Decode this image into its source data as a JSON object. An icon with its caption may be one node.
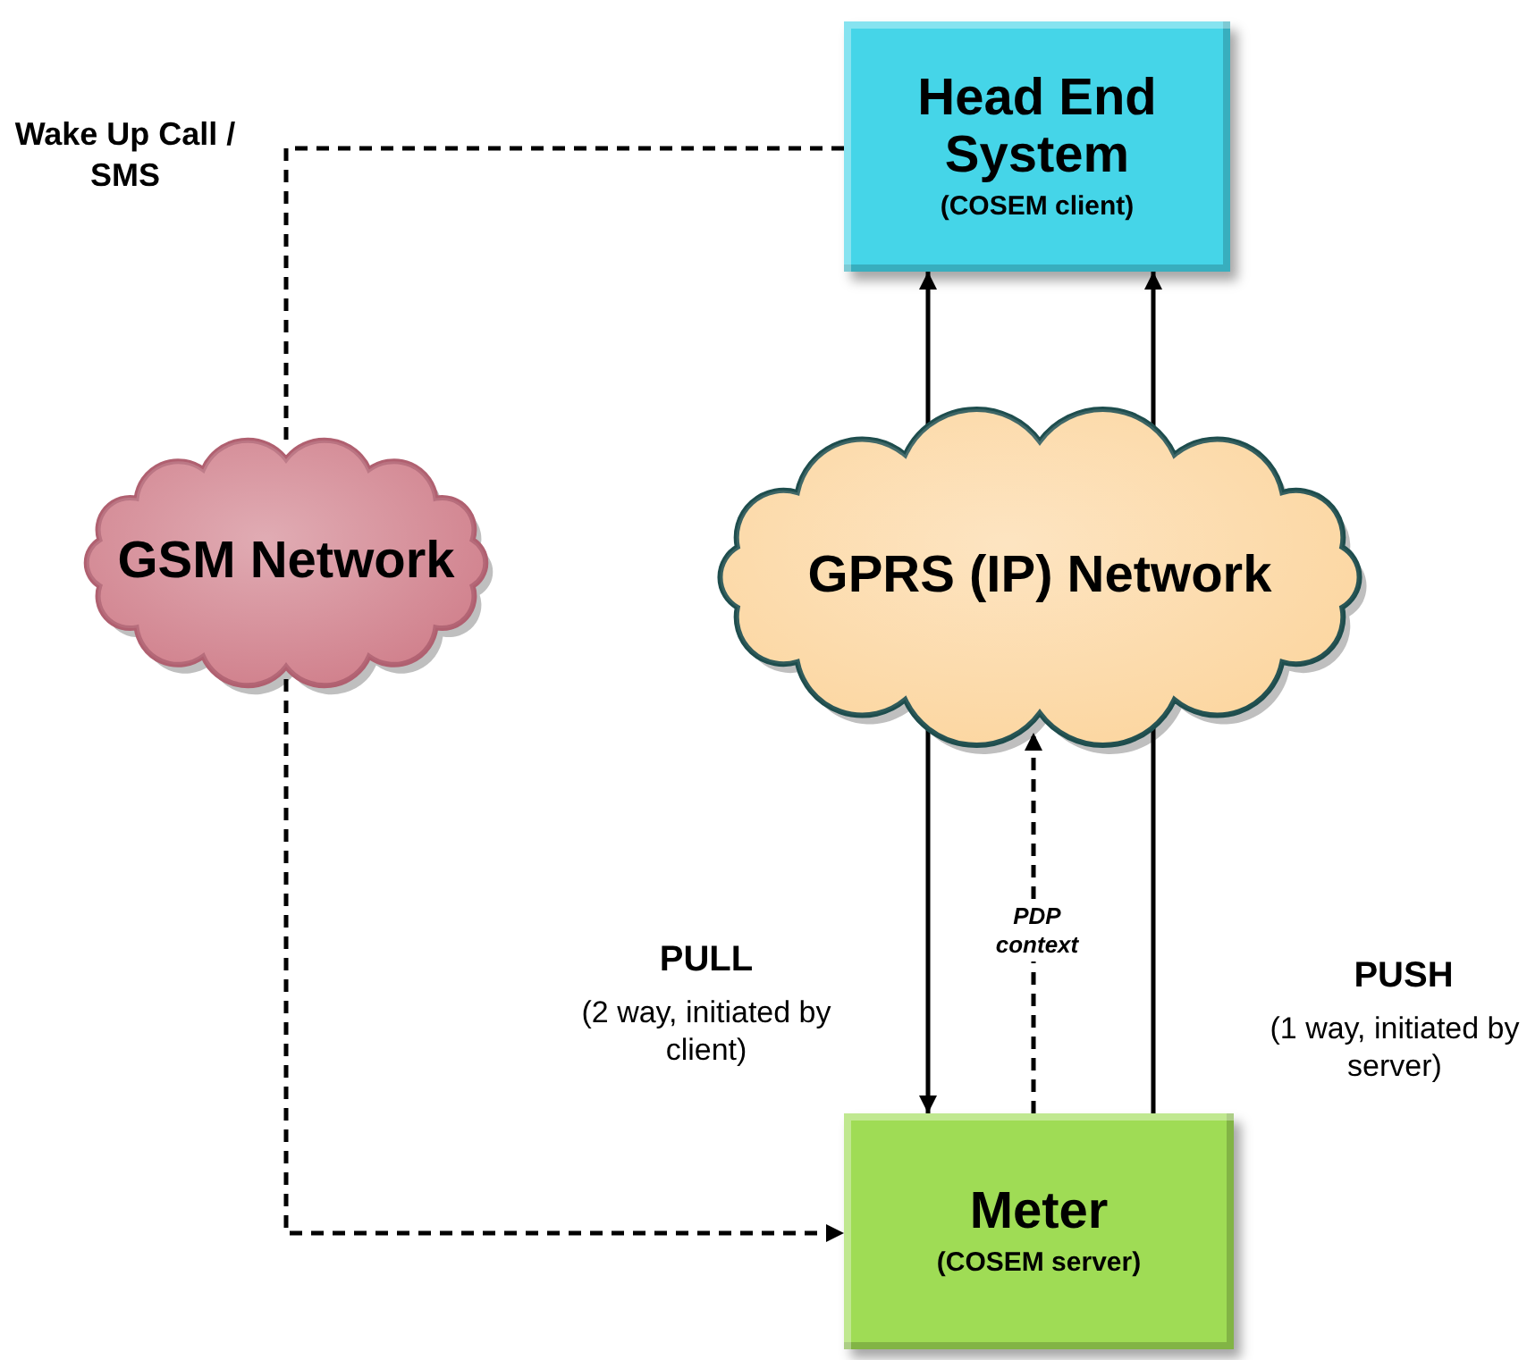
{
  "diagram": {
    "nodes": [
      {
        "text": [
          "Head End System",
          "(COSEM client)"
        ]
      },
      {
        "text": [
          "GSM Network"
        ]
      },
      {
        "text": [
          "GPRS (IP) Network"
        ]
      },
      {
        "text": [
          "Meter",
          "(COSEM server)"
        ]
      }
    ],
    "edges": [
      {
        "from": 2,
        "to": 0,
        "arrow": "to"
      },
      {
        "from": 2,
        "to": 0,
        "arrow": "to"
      },
      {
        "from": 2,
        "to": 3,
        "arrow": "to"
      },
      {
        "from": 3,
        "to": 2,
        "arrow": "to",
        "style": "dashed",
        "label": "PDP context"
      },
      {
        "from": 3,
        "to": 2,
        "arrow": "none"
      },
      {
        "from": 0,
        "to": 1,
        "arrow": "none",
        "style": "dashed"
      },
      {
        "from": 1,
        "to": 3,
        "arrow": "to",
        "style": "dashed"
      }
    ],
    "labels": [
      "Wake Up Call / SMS",
      "PULL",
      "(2 way, initiated by client)",
      "PUSH",
      "(1 way, initiated by server)"
    ]
  }
}
